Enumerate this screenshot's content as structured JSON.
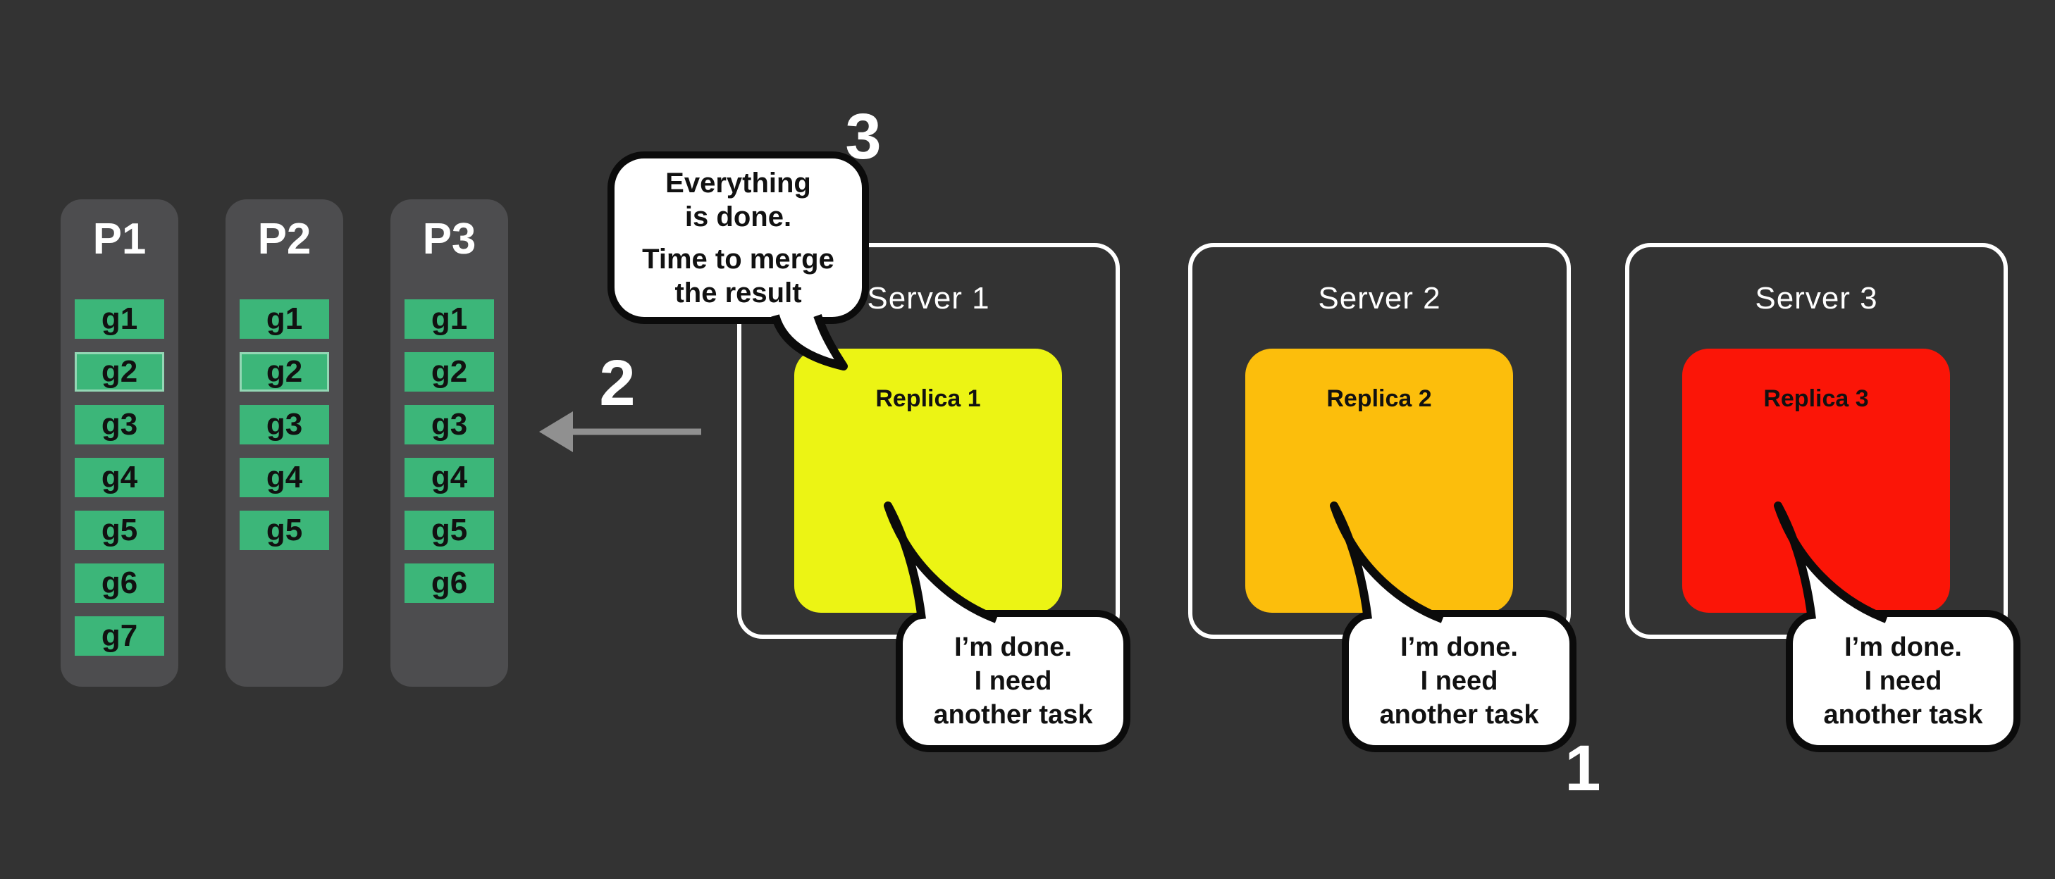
{
  "colors": {
    "background": "#333333",
    "partition_fill": "#4D4D4F",
    "chip_fill": "#3CB679",
    "chip_text": "#111111",
    "server_border": "#FFFFFF",
    "bubble_fill": "#FFFFFF",
    "bubble_border": "#0B0B0B",
    "arrow": "#909090",
    "label_text": "#FFFFFF"
  },
  "partitions": [
    {
      "name": "P1",
      "chips": [
        {
          "label": "g1",
          "outlined": false
        },
        {
          "label": "g2",
          "outlined": true
        },
        {
          "label": "g3",
          "outlined": false
        },
        {
          "label": "g4",
          "outlined": false
        },
        {
          "label": "g5",
          "outlined": false
        },
        {
          "label": "g6",
          "outlined": false
        },
        {
          "label": "g7",
          "outlined": false
        }
      ]
    },
    {
      "name": "P2",
      "chips": [
        {
          "label": "g1",
          "outlined": false
        },
        {
          "label": "g2",
          "outlined": true
        },
        {
          "label": "g3",
          "outlined": false
        },
        {
          "label": "g4",
          "outlined": false
        },
        {
          "label": "g5",
          "outlined": false
        }
      ]
    },
    {
      "name": "P3",
      "chips": [
        {
          "label": "g1",
          "outlined": false
        },
        {
          "label": "g2",
          "outlined": false
        },
        {
          "label": "g3",
          "outlined": false
        },
        {
          "label": "g4",
          "outlined": false
        },
        {
          "label": "g5",
          "outlined": false
        },
        {
          "label": "g6",
          "outlined": false
        }
      ]
    }
  ],
  "step_labels": {
    "step1": "1",
    "step2": "2",
    "step3": "3"
  },
  "servers": [
    {
      "name": "Server 1",
      "replica": {
        "label": "Replica 1",
        "color": "#ECF414"
      },
      "bubble_lines": [
        "I’m done.",
        "I need",
        "another task"
      ]
    },
    {
      "name": "Server 2",
      "replica": {
        "label": "Replica 2",
        "color": "#FCBE0C"
      },
      "bubble_lines": [
        "I’m done.",
        "I need",
        "another task"
      ]
    },
    {
      "name": "Server 3",
      "replica": {
        "label": "Replica 3",
        "color": "#FB1507"
      },
      "bubble_lines": [
        "I’m done.",
        "I need",
        "another task"
      ]
    }
  ],
  "merge_bubble": {
    "line1": "Everything",
    "line2": "is done.",
    "line3": "Time to merge",
    "line4": "the result"
  }
}
